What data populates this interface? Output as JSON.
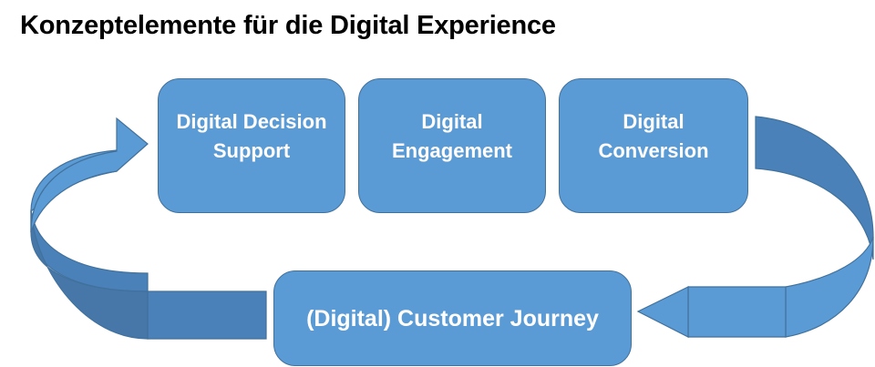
{
  "title": "Konzeptelemente für die Digital Experience",
  "diagram": {
    "nodes": [
      {
        "id": "decision",
        "label": "Digital Decision\nSupport"
      },
      {
        "id": "engagement",
        "label": "Digital\nEngagement"
      },
      {
        "id": "conversion",
        "label": "Digital\nConversion"
      },
      {
        "id": "journey",
        "label": "(Digital) Customer Journey"
      }
    ],
    "edges": [
      {
        "from": "conversion",
        "to": "journey",
        "style": "curved-arrow"
      },
      {
        "from": "journey",
        "to": "decision",
        "style": "curved-arrow"
      }
    ]
  },
  "colors": {
    "box_fill": "#5b9bd5",
    "box_border": "#41719c",
    "arrow_dark": "#41719c",
    "arrow_light": "#5b9bd5",
    "text": "#ffffff"
  }
}
